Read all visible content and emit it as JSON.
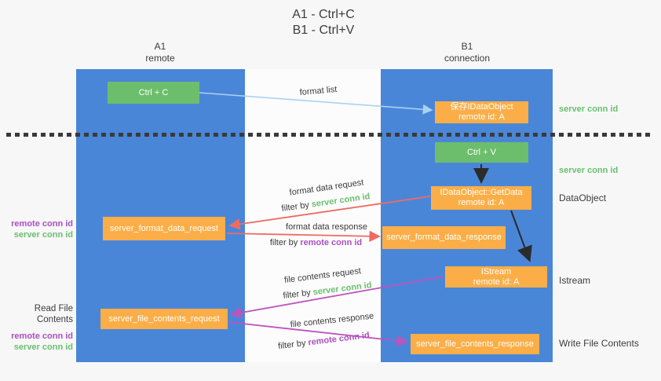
{
  "title": {
    "line1": "A1 - Ctrl+C",
    "line2": "B1 - Ctrl+V"
  },
  "columns": {
    "left": {
      "name": "A1",
      "role": "remote"
    },
    "right": {
      "name": "B1",
      "role": "connection"
    }
  },
  "nodes": {
    "ctrl_c": {
      "label": "Ctrl + C"
    },
    "save_dataobject": {
      "line1": "保存IDataObject",
      "line2": "remote id: A"
    },
    "ctrl_v": {
      "label": "Ctrl + V"
    },
    "getdata": {
      "line1": "IDataObject::GetData",
      "line2": "remote id: A"
    },
    "format_request": {
      "label": "server_format_data_request"
    },
    "format_response": {
      "label": "server_format_data_response"
    },
    "istream": {
      "line1": "IStream",
      "line2": "remote id: A"
    },
    "file_request": {
      "label": "server_file_contents_request"
    },
    "file_response": {
      "label": "server_file_contents_response"
    }
  },
  "arrow_labels": {
    "format_list": "format list",
    "format_data_request": "format data request",
    "format_data_response": "format data response",
    "file_contents_request": "file contents request",
    "file_contents_response": "file contents response",
    "filter_by": "filter by",
    "server_conn_id": "server conn id",
    "remote_conn_id": "remote conn id"
  },
  "side_labels": {
    "left_top": {
      "remote_conn_id": "remote conn id",
      "server_conn_id": "server conn id"
    },
    "left_bottom": {
      "title": "Read File Contents",
      "remote_conn_id": "remote conn id",
      "server_conn_id": "server conn id"
    },
    "right": {
      "server_conn_id_top": "server conn id",
      "server_conn_id_mid": "server conn id",
      "dataobject": "DataObject",
      "istream": "Istream",
      "write_file_contents": "Write File Contents"
    }
  },
  "colors": {
    "column_blue": "#4a86d8",
    "node_green": "#6cbe6c",
    "node_orange": "#fbae47",
    "arrow_light_blue": "#a9d2ee",
    "arrow_red": "#ee6b64",
    "arrow_magenta": "#bd53be",
    "arrow_black": "#2b2b2b",
    "text_green": "#6abf6e",
    "text_purple": "#ab4fc7",
    "text_dark": "#3b3b3b"
  }
}
